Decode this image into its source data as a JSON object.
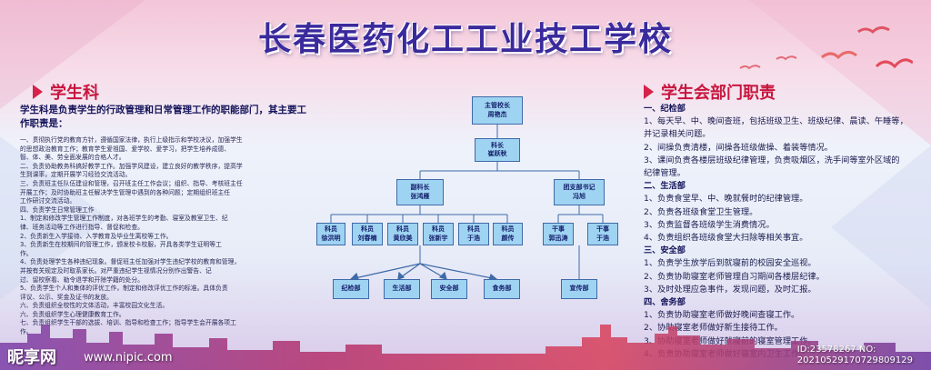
{
  "title": "长春医药化工工业技工学校",
  "left": {
    "heading": "学生科",
    "intro": "学生科是负责学生的行政管理和日常管理工作的职能部门，其主要工作职责是：",
    "duties": [
      "一、贯彻执行党的教育方针，遵循国家法律，执行上级指示和学校决议，加强学生",
      "的思想政治教育工作；教育学生爱祖国、爱学校、爱学习，把学生培养成德、",
      "智、体、美、劳全面发展的合格人才。",
      "二、负责协助教务科搞好教学工作。加强学风建设，建立良好的教学秩序，提高学",
      "生到课率，定期开展学习经验交流活动。",
      "三、负责班主任队伍建设和管理，召开班主任工作会议；组织、指导、考核班主任",
      "开展工作；及时协助班主任解决学生管理中遇到的各种问题；定期组织班主任",
      "工作研讨交流活动。",
      "四、负责学生日常管理工作",
      "1、制定和修改学生管理工作制度，对各班学生的考勤、寝室及教室卫生、纪",
      "律、班务活动等工作进行指导、督促和检查。",
      "2、负责新生入学接待、入学教育及毕业生离校等工作。",
      "3、负责新生在校期间的管理工作，颁发校卡校服，开具各类学生证明等工",
      "作。",
      "4、负责处理学生各种违纪现象。督促班主任加强对学生违纪学校的教育和管理，",
      "并按有关规定及时取系家长。对严重违纪学生视情况分别作出警告、记",
      "过、留校察看、勒令退学和开除学籍的处分。",
      "5、负责学生个人和集体的评优工作，制定和修改评优工作的标准。具体负责",
      "评议、公示、奖金及证书的发放。",
      "六、负责组织全校性的文体活动，丰富校园文化生活。",
      "六、负责组织学生心理健康教育工作。",
      "七、负责组织学生干部的选拔、培训、指导和检查工作；指导学生会开展各项工",
      "作。"
    ]
  },
  "org": {
    "top": "主管校长\n周艳杰",
    "chief": "科长\n崔跃秋",
    "deputy": "副科长\n张鸿雁",
    "secretary": "团支部书记\n冯旭",
    "staff": [
      "科员\n徐洪明",
      "科员\n刘春楠",
      "科员\n黄欣美",
      "科员\n张新宇",
      "科员\n于浩",
      "科员\n颜传"
    ],
    "cadres": [
      "干事\n郭迅涛",
      "干事\n于浩"
    ],
    "depts": [
      "纪检部",
      "生活部",
      "安全部",
      "食务部",
      "宣传部"
    ]
  },
  "right": {
    "heading": "学生会部门职责",
    "groups": [
      {
        "title": "一、纪检部",
        "items": [
          "1、每天早、中、晚间查班，包括班级卫生、班级纪律、晨读、午睡等，",
          "并记录相关问题。",
          "2、间操负责清楼，间操各班级做操、着装等情况。",
          "3、课间负责各楼层班级纪律管理，负责吸烟区，洗手间等室外区域的",
          "纪律管理。"
        ]
      },
      {
        "title": "二、生活部",
        "items": [
          "1、负责食堂早、中、晚就餐时的纪律管理。",
          "2、负责各班级食堂卫生管理。",
          "3、负责监督各班级学生消费情况。",
          "4、负责组织各班级食堂大扫除等相关事宜。"
        ]
      },
      {
        "title": "三、安全部",
        "items": [
          "1、负责学生放学后到就寝前的校园安全巡视。",
          "2、负责协助寝室老师管理自习期间各楼层纪律。",
          "3、及时处理应急事件，发现问题，及时汇报。"
        ]
      },
      {
        "title": "四、舍务部",
        "items": [
          "1、负责协助寝室老师做好晚间查寝工作。",
          "2、协助寝室老师做好新生接待工作。",
          "3、协助寝室老师做好就寝前的寝室管理工作。",
          "4、负责协助寝室老师做好寝室内卫生工作。"
        ]
      }
    ]
  },
  "watermark": {
    "logo": "昵享网",
    "url": "www.nipic.com",
    "id_line1": "ID:23578267 NO:",
    "id_line2": "20210529170729809129"
  },
  "colors": {
    "title": "#3a2a9c",
    "heading": "#c8163f",
    "box": "#9fd3f2",
    "line": "#3f6aa8"
  }
}
